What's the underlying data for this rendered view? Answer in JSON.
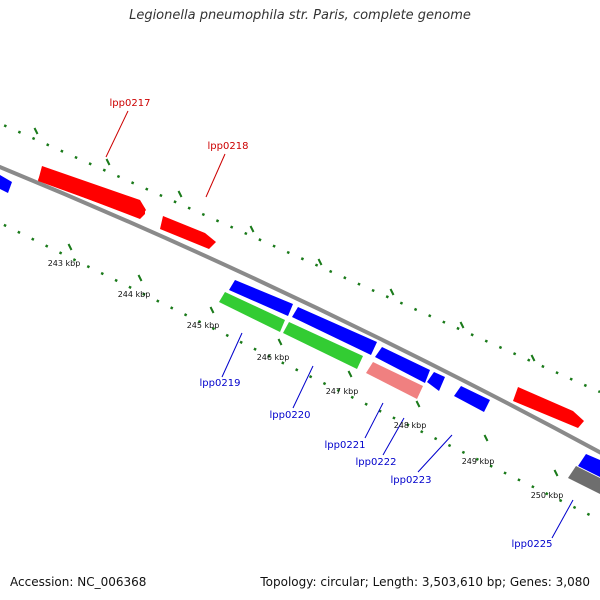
{
  "title": "Legionella pneumophila str. Paris, complete genome",
  "accession_label": "Accession: NC_006368",
  "summary_label": "Topology: circular; Length: 3,503,610 bp; Genes: 3,080",
  "colors": {
    "backbone": "#8a8a8a",
    "tick": "#1a7a1a",
    "forward_gene": "#ff0000",
    "reverse_gene": "#0000ff",
    "rna_gene": "#33cc33",
    "pseudo_gene": "#f08080",
    "other_gene": "#6e6e6e",
    "forward_label": "#cc0000",
    "reverse_label": "#0000cc"
  },
  "kbp_ticks": [
    "243 kbp",
    "244 kbp",
    "245 kbp",
    "246 kbp",
    "247 kbp",
    "248 kbp",
    "249 kbp",
    "250 kbp"
  ],
  "gene_labels": {
    "forward": [
      "lpp0217",
      "lpp0218"
    ],
    "reverse": [
      "lpp0219",
      "lpp0220",
      "lpp0221",
      "lpp0222",
      "lpp0223",
      "lpp0225"
    ]
  }
}
